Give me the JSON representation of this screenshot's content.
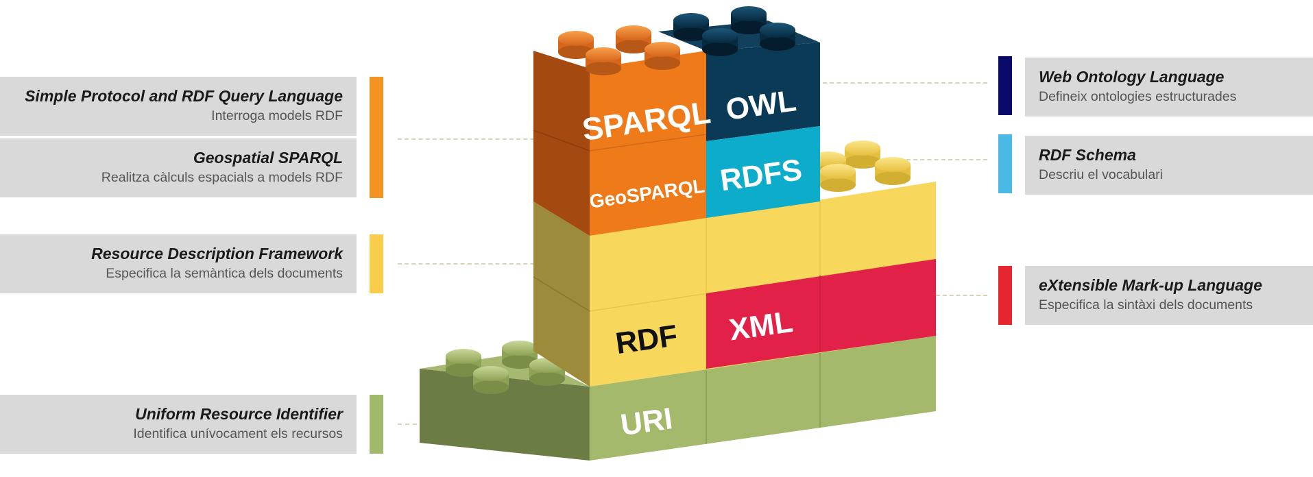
{
  "left_labels": [
    {
      "title": "Simple Protocol and RDF Query Language",
      "subtitle": "Interroga models RDF"
    },
    {
      "title": "Geospatial SPARQL",
      "subtitle": "Realitza càlculs espacials a models RDF"
    },
    {
      "title": "Resource Description Framework",
      "subtitle": "Especifica la semàntica dels documents"
    },
    {
      "title": "Uniform Resource Identifier",
      "subtitle": "Identifica unívocament els recursos"
    }
  ],
  "right_labels": [
    {
      "title": "Web Ontology Language",
      "subtitle": "Defineix ontologies estructurades"
    },
    {
      "title": "RDF Schema",
      "subtitle": "Descriu el vocabulari"
    },
    {
      "title": "eXtensible Mark-up Language",
      "subtitle": "Especifica la sintàxi dels documents"
    }
  ],
  "blocks": {
    "sparql": "SPARQL",
    "geosparql": "GeoSPARQL",
    "owl": "OWL",
    "rdfs": "RDFS",
    "rdf": "RDF",
    "xml": "XML",
    "uri": "URI"
  },
  "colors": {
    "orange": "#f07d1a",
    "orange_bar": "#f39324",
    "navy": "#0b3a56",
    "navy_bar": "#0a0a6a",
    "cyan": "#0eaccb",
    "cyan_bar": "#4ab9e6",
    "yellow": "#f8d85c",
    "yellow_bar": "#f9cc4b",
    "red": "#e22148",
    "red_bar": "#e5262e",
    "green": "#a4b96c",
    "green_bar": "#9fba6a"
  }
}
